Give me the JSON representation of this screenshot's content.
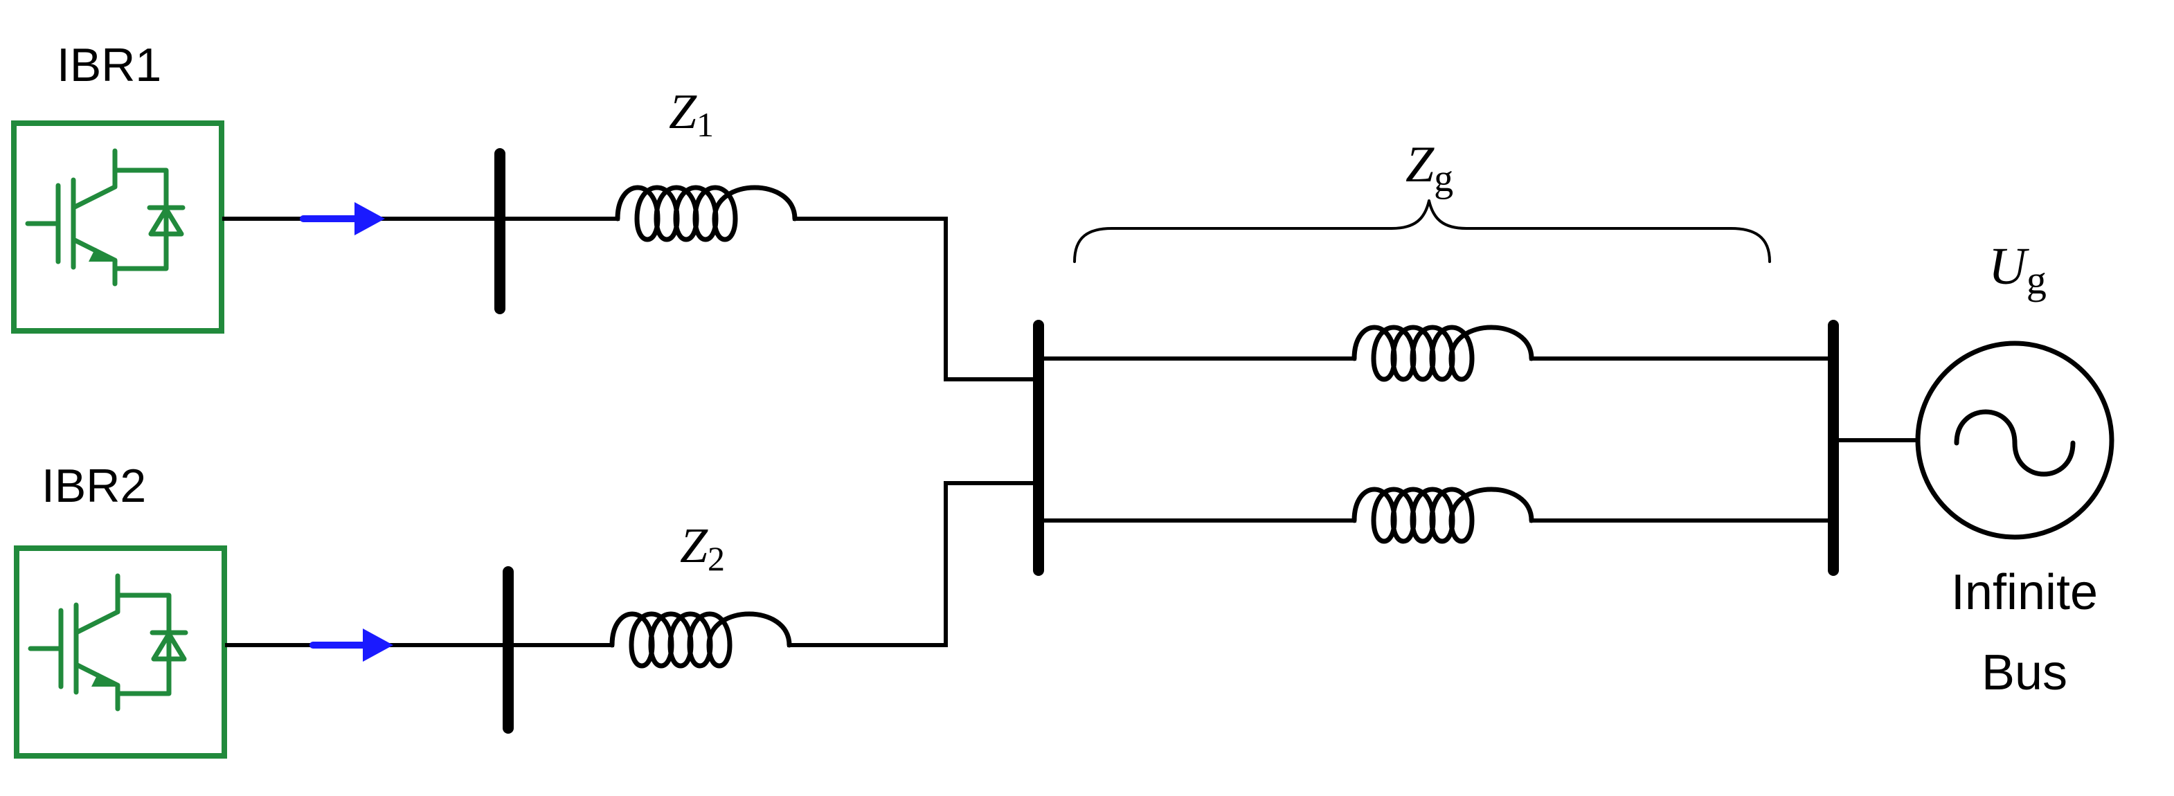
{
  "ibr1": {
    "label": "IBR1"
  },
  "ibr2": {
    "label": "IBR2"
  },
  "z1": {
    "base": "Z",
    "sub": "1"
  },
  "z2": {
    "base": "Z",
    "sub": "2"
  },
  "zg": {
    "base": "Z",
    "sub": "g"
  },
  "ug": {
    "base": "U",
    "sub": "g"
  },
  "infinite_bus": {
    "line1": "Infinite",
    "line2": "Bus"
  },
  "colors": {
    "converter": "#218a3c",
    "power_flow": "#1a1aff",
    "line": "#000000"
  },
  "icons": {
    "converter": "igbt-diode-icon",
    "source": "ac-source-icon",
    "impedance": "inductor-icon"
  }
}
